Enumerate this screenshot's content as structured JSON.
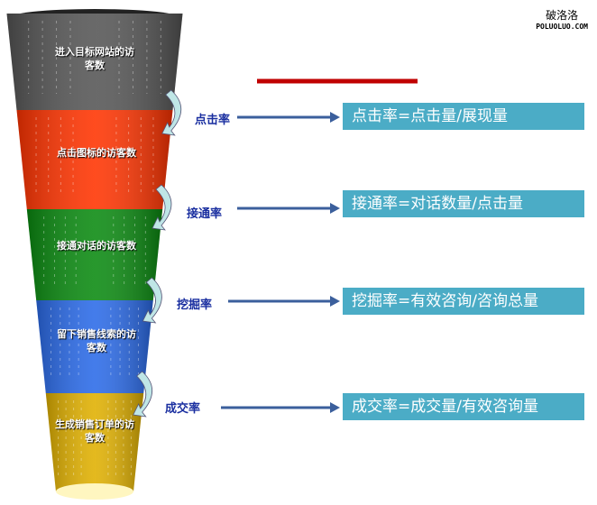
{
  "logo": {
    "name": "破洛洛",
    "url": "POLUOLUO.COM"
  },
  "stages": [
    {
      "label": "进入目标网站的访客数",
      "color": "#555555"
    },
    {
      "label": "点击图标的访客数",
      "color": "#ff3300"
    },
    {
      "label": "接通对话的访客数",
      "color": "#0a8a10"
    },
    {
      "label": "留下销售线索的访客数",
      "color": "#2a6ae8"
    },
    {
      "label": "生成销售订单的访客数",
      "color": "#e0b000"
    }
  ],
  "rates": [
    {
      "name": "点击率",
      "formula": "点击率=点击量/展现量"
    },
    {
      "name": "接通率",
      "formula": "接通率=对话数量/点击量"
    },
    {
      "name": "挖掘率",
      "formula": "挖掘率=有效咨询/咨询总量"
    },
    {
      "name": "成交率",
      "formula": "成交率=成交量/有效咨询量"
    }
  ]
}
